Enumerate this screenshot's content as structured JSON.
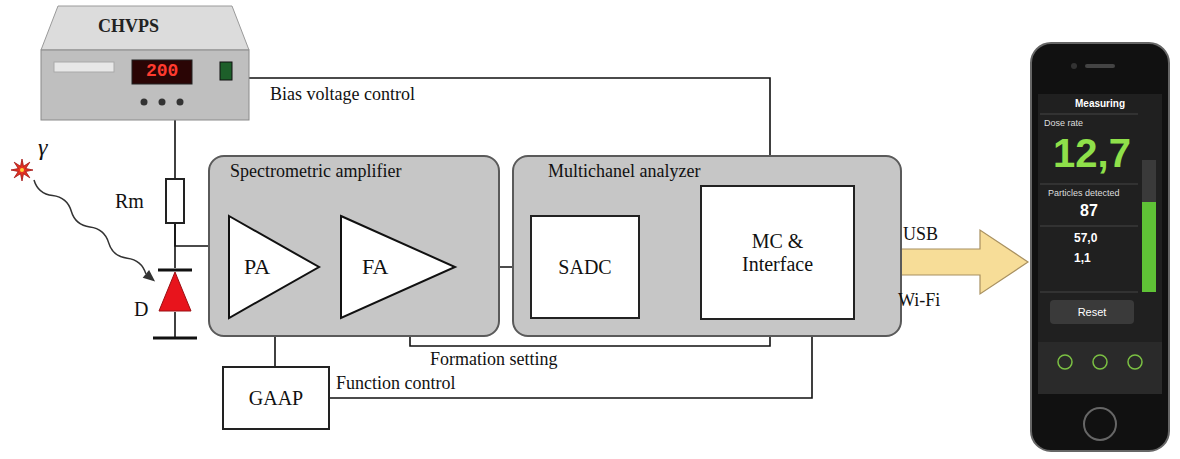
{
  "diagram": {
    "nodes": [
      {
        "text": [
          "CHVPS",
          "200"
        ]
      },
      {
        "text": [
          "Rm"
        ]
      },
      {
        "text": [
          "D"
        ]
      },
      {
        "text": [
          "Spectrometric amplifier"
        ]
      },
      {
        "text": [
          "PA"
        ],
        "in": 3
      },
      {
        "text": [
          "FA"
        ],
        "in": 3
      },
      {
        "text": [
          "Multichanel analyzer"
        ]
      },
      {
        "text": [
          "SADC"
        ],
        "in": 6
      },
      {
        "text": [
          "MC & Interface"
        ],
        "in": 6
      },
      {
        "text": [
          "GAAP"
        ]
      },
      {
        "text": [
          "Measuring",
          "Dose rate",
          "12,7",
          "Particles detected",
          "87",
          "57,0",
          "1,1",
          "Reset"
        ]
      }
    ],
    "edges": [
      {
        "from": 0,
        "to": 1,
        "arrow": "none"
      },
      {
        "from": 1,
        "to": 2,
        "arrow": "none"
      },
      {
        "from": 1,
        "to": 4,
        "arrow": "none"
      },
      {
        "from": 4,
        "to": 5,
        "arrow": "none"
      },
      {
        "from": 5,
        "to": 7,
        "arrow": "none"
      },
      {
        "from": 7,
        "to": 8,
        "arrow": "none"
      },
      {
        "from": 8,
        "to": 0,
        "label": "Bias voltage control",
        "arrow": "none"
      },
      {
        "from": 8,
        "to": 5,
        "label": "Formation setting",
        "arrow": "none"
      },
      {
        "from": 8,
        "to": 9,
        "label": "Function control",
        "arrow": "none"
      },
      {
        "from": 9,
        "to": 4,
        "arrow": "none"
      },
      {
        "from": 8,
        "to": 10,
        "arrow": "to"
      }
    ],
    "labels": [
      "γ",
      "USB",
      "Wi-Fi"
    ]
  }
}
